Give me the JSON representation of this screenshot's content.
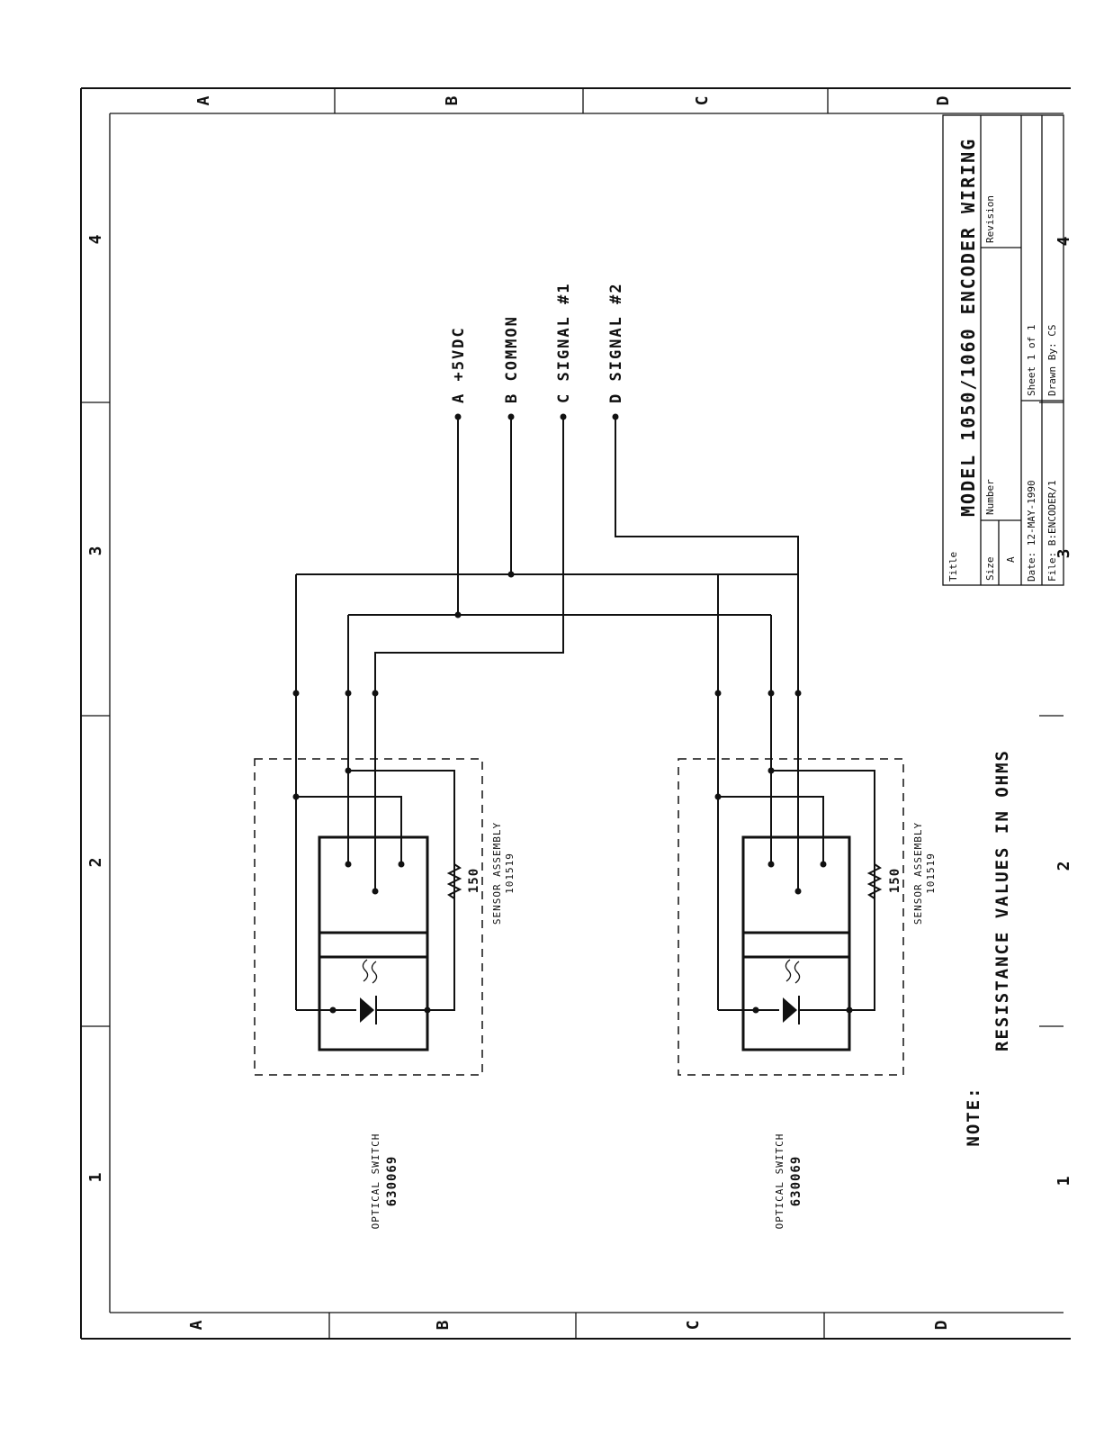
{
  "title_block": {
    "title_label": "Title",
    "title": "MODEL 1050/1060 ENCODER WIRING",
    "size_label": "Size",
    "size_value": "A",
    "number_label": "Number",
    "revision_label": "Revision",
    "date": "Date: 12-MAY-1990",
    "file": "File: B:ENCODER/1",
    "sheet": "Sheet 1 of 1",
    "drawn_by": "Drawn By: CS"
  },
  "connectors": [
    {
      "pin": "A",
      "label": "A +5VDC"
    },
    {
      "pin": "B",
      "label": "B COMMON"
    },
    {
      "pin": "C",
      "label": "C SIGNAL #1"
    },
    {
      "pin": "D",
      "label": "D SIGNAL #2"
    }
  ],
  "assemblies": [
    {
      "switch_label": "OPTICAL SWITCH",
      "switch_part": "630069",
      "resistor": "150",
      "assembly_label": "SENSOR ASSEMBLY",
      "assembly_part": "101519"
    },
    {
      "switch_label": "OPTICAL SWITCH",
      "switch_part": "630069",
      "resistor": "150",
      "assembly_label": "SENSOR ASSEMBLY",
      "assembly_part": "101519"
    }
  ],
  "note": {
    "label": "NOTE:",
    "text": "RESISTANCE VALUES IN OHMS"
  },
  "border": {
    "row_letters": [
      "A",
      "B",
      "C",
      "D"
    ],
    "col_numbers": [
      "4",
      "3",
      "2",
      "1"
    ]
  }
}
